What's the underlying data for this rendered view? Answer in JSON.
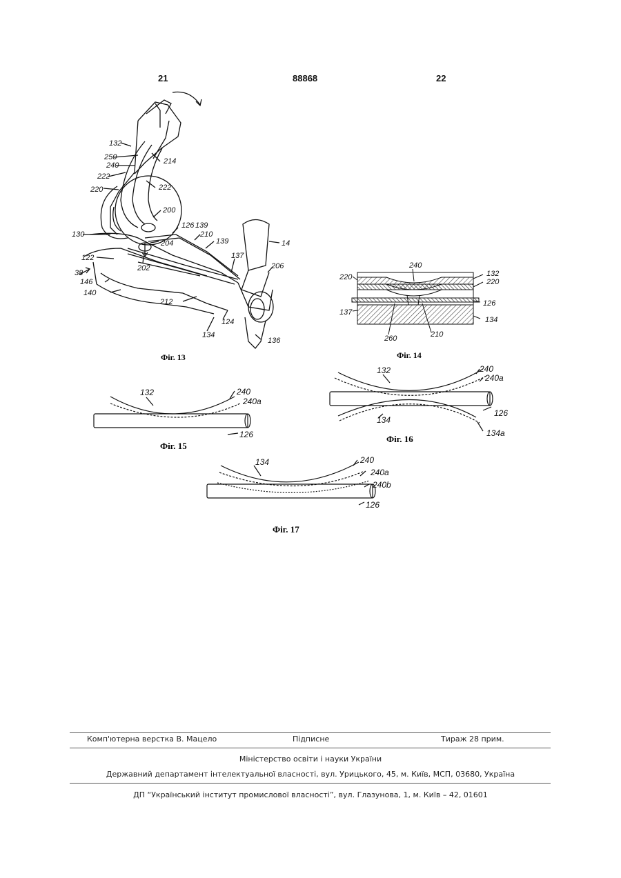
{
  "header": {
    "left_page": "21",
    "patent_number": "88868",
    "right_page": "22"
  },
  "figures": {
    "fig13": {
      "caption": "Фіг. 13",
      "labels": [
        "132",
        "250",
        "240",
        "214",
        "222",
        "220",
        "222",
        "200",
        "126",
        "139",
        "210",
        "139",
        "130",
        "204",
        "14",
        "122",
        "137",
        "202",
        "206",
        "38",
        "146",
        "140",
        "212",
        "124",
        "134",
        "136"
      ]
    },
    "fig14": {
      "caption": "Фіг. 14",
      "labels": [
        "240",
        "132",
        "220",
        "220",
        "126",
        "137",
        "134",
        "260",
        "210"
      ]
    },
    "fig15": {
      "caption": "Фіг. 15",
      "labels": [
        "132",
        "240",
        "240a",
        "126"
      ]
    },
    "fig16": {
      "caption": "Фіг. 16",
      "labels": [
        "132",
        "240",
        "240a",
        "126",
        "134",
        "134a"
      ]
    },
    "fig17": {
      "caption": "Фіг. 17",
      "labels": [
        "134",
        "240",
        "240a",
        "240b",
        "126"
      ]
    }
  },
  "footer": {
    "typesetting": "Комп'ютерна верстка В. Мацело",
    "subscription": "Підписне",
    "circulation": "Тираж 28 прим.",
    "ministry": "Міністерство освіти і науки України",
    "department": "Державний департамент інтелектуальної власності, вул. Урицького, 45, м. Київ, МСП, 03680, Україна",
    "institute": "ДП “Український інститут промислової власності”, вул. Глазунова, 1, м. Київ – 42, 01601"
  }
}
